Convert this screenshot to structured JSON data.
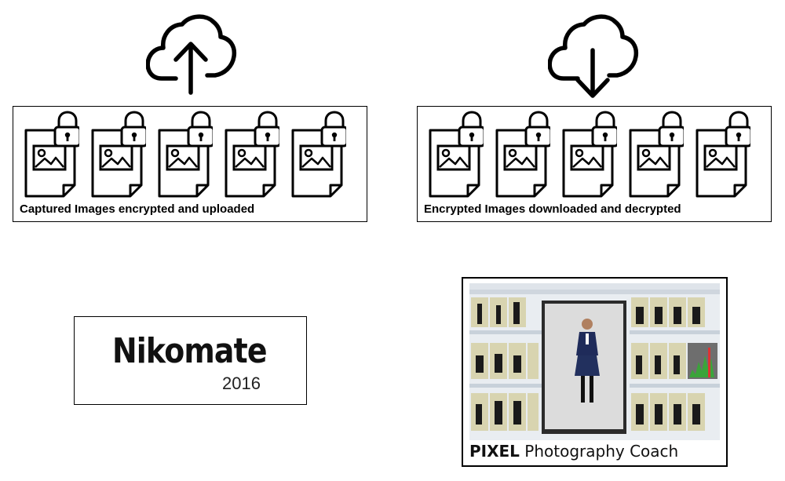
{
  "upload_panel": {
    "caption": "Captured Images encrypted and uploaded",
    "cloud_icon": "cloud-upload-icon",
    "file_count": 5,
    "file_icon": "locked-image-file-icon"
  },
  "download_panel": {
    "caption": "Encrypted Images downloaded and decrypted",
    "cloud_icon": "cloud-download-icon",
    "file_count": 5,
    "file_icon": "locked-image-file-icon"
  },
  "nikomate_logo": {
    "name": "Nikomate",
    "year": "2016"
  },
  "pixel_card": {
    "brand": "PIXEL",
    "product": " Photography Coach"
  },
  "colors": {
    "line": "#000000",
    "background": "#ffffff"
  }
}
